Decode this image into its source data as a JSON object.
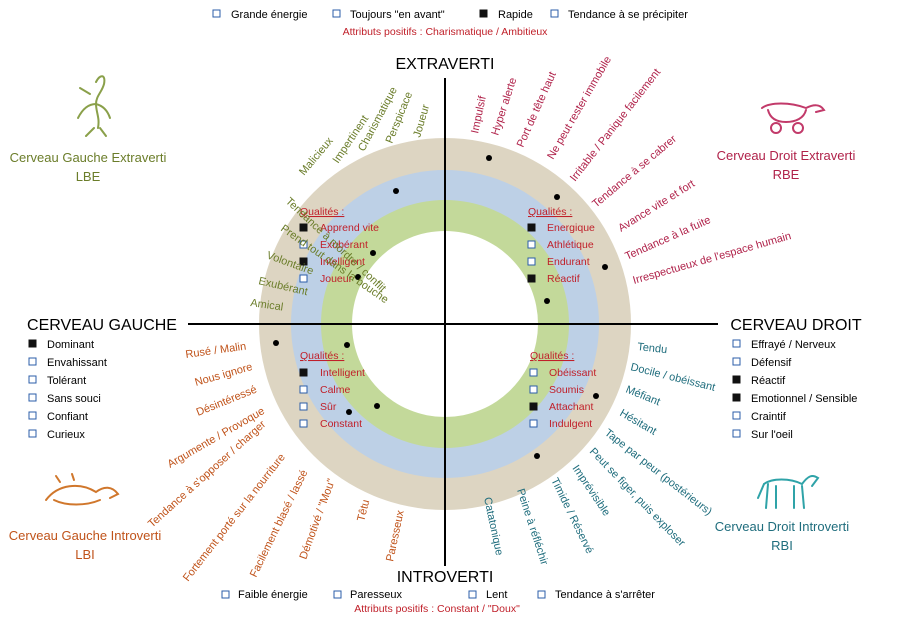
{
  "axes": {
    "top": "EXTRAVERTI",
    "bottom": "INTROVERTI",
    "left": "CERVEAU GAUCHE",
    "right": "CERVEAU DROIT"
  },
  "top_attributes": {
    "items": [
      {
        "label": "Grande énergie",
        "filled": false
      },
      {
        "label": "Toujours \"en avant\"",
        "filled": false
      },
      {
        "label": "Rapide",
        "filled": true
      },
      {
        "label": "Tendance à se précipiter",
        "filled": false
      }
    ],
    "positive": "Attributs positifs : Charismatique / Ambitieux"
  },
  "bottom_attributes": {
    "items": [
      {
        "label": "Faible énergie",
        "filled": false
      },
      {
        "label": "Paresseux",
        "filled": false
      },
      {
        "label": "Lent",
        "filled": false
      },
      {
        "label": "Tendance à s'arrêter",
        "filled": false
      }
    ],
    "positive": "Attributs positifs : Constant / \"Doux\""
  },
  "left_attributes": [
    {
      "label": "Dominant",
      "filled": true
    },
    {
      "label": "Envahissant",
      "filled": false
    },
    {
      "label": "Tolérant",
      "filled": false
    },
    {
      "label": "Sans souci",
      "filled": false
    },
    {
      "label": "Confiant",
      "filled": false
    },
    {
      "label": "Curieux",
      "filled": false
    }
  ],
  "right_attributes": [
    {
      "label": "Effrayé / Nerveux",
      "filled": false
    },
    {
      "label": "Défensif",
      "filled": false
    },
    {
      "label": "Réactif",
      "filled": true
    },
    {
      "label": "Emotionnel / Sensible",
      "filled": true
    },
    {
      "label": "Craintif",
      "filled": false
    },
    {
      "label": "Sur l'oeil",
      "filled": false
    }
  ],
  "quadrants": {
    "lbe": {
      "title_line1": "Cerveau Gauche Extraverti",
      "title_line2": "LBE",
      "color": "#6b7d2a"
    },
    "rbe": {
      "title_line1": "Cerveau Droit Extraverti",
      "title_line2": "RBE",
      "color": "#b0224a"
    },
    "lbi": {
      "title_line1": "Cerveau Gauche Introverti",
      "title_line2": "LBI",
      "color": "#c0531a"
    },
    "rbi": {
      "title_line1": "Cerveau Droit Introverti",
      "title_line2": "RBI",
      "color": "#1f6d7d"
    }
  },
  "qualities": {
    "heading": "Qualités :",
    "lbe": [
      {
        "label": "Apprend vite",
        "filled": true
      },
      {
        "label": "Exubérant",
        "filled": false
      },
      {
        "label": "Intelligent",
        "filled": true
      },
      {
        "label": "Joueur",
        "filled": false
      }
    ],
    "rbe": [
      {
        "label": "Energique",
        "filled": true
      },
      {
        "label": "Athlétique",
        "filled": false
      },
      {
        "label": "Endurant",
        "filled": false
      },
      {
        "label": "Réactif",
        "filled": true
      }
    ],
    "lbi": [
      {
        "label": "Intelligent",
        "filled": true
      },
      {
        "label": "Calme",
        "filled": false
      },
      {
        "label": "Sûr",
        "filled": false
      },
      {
        "label": "Constant",
        "filled": false
      }
    ],
    "rbi": [
      {
        "label": "Obéissant",
        "filled": false
      },
      {
        "label": "Soumis",
        "filled": false
      },
      {
        "label": "Attachant",
        "filled": true
      },
      {
        "label": "Indulgent",
        "filled": false
      }
    ]
  },
  "traits": {
    "lbe": [
      "Joueur",
      "Perspicace",
      "Charismatique",
      "Impertinent",
      "Malicieux",
      "Tendance à mordre / conflit",
      "Prend tout dans la bouche",
      "Volontaire",
      "Exubérant",
      "Amical"
    ],
    "rbe": [
      "Impulsif",
      "Hyper alerte",
      "Port de tête haut",
      "Ne peut rester immobile",
      "Irritable / Panique facilement",
      "Tendance à se cabrer",
      "Avance vite et fort",
      "Tendance à la fuite",
      "Irrespectueux de l'espace humain"
    ],
    "lbi": [
      "Rusé / Malin",
      "Nous ignore",
      "Désintéressé",
      "Argumente / Provoque",
      "Tendance à s'opposer / charger",
      "Fortement porté sur la nourriture",
      "Facilement blasé / lassé",
      "Démotivé / \"Mou\"",
      "Têtu",
      "Paresseux"
    ],
    "rbi": [
      "Tendu",
      "Docile / obéissant",
      "Méfiant",
      "Hésitant",
      "Tape par peur (postérieurs)",
      "Peut se figer, puis exploser",
      "Imprévisible",
      "Timide / Réservé",
      "Peine à réfléchir",
      "Catatonique"
    ]
  },
  "colors": {
    "ring_outer": "#ddd5c2",
    "ring_middle": "#bdd0e6",
    "ring_inner": "#c3d99a",
    "axis": "#000000",
    "quality_text": "#c0202a",
    "attribute_red": "#c0202a",
    "checkbox_border": "#2b5da8"
  },
  "icons": {
    "lbe": "green-horse-rearing-icon",
    "rbe": "red-horse-rocking-icon",
    "lbi": "orange-horse-lying-icon",
    "rbi": "teal-horse-standing-icon"
  }
}
